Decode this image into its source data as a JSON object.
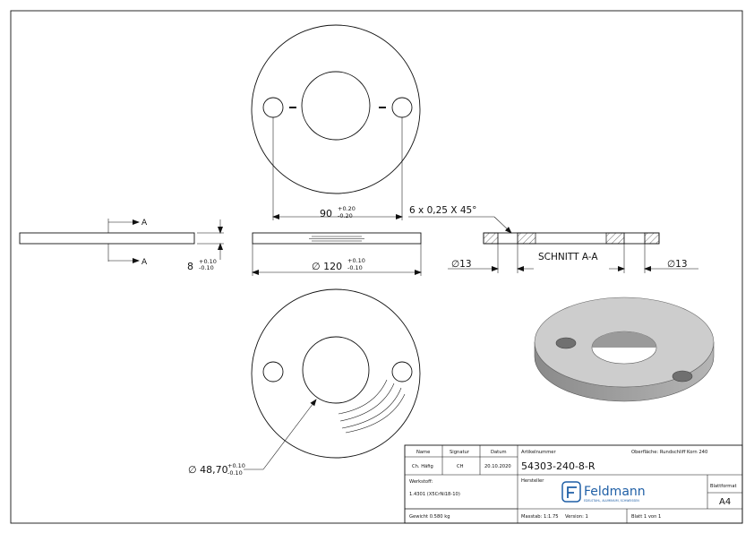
{
  "views": {
    "section_marker": "A",
    "thickness_dim": "8",
    "thickness_tol_upper": "+0.10",
    "thickness_tol_lower": "-0.10",
    "hole_spacing_dim": "90",
    "hole_spacing_tol_upper": "+0.20",
    "hole_spacing_tol_lower": "-0.20",
    "outer_diameter_dim": "∅ 120",
    "outer_diameter_tol_upper": "+0.10",
    "outer_diameter_tol_lower": "-0.10",
    "chamfer_note": "6 x 0,25 X 45°",
    "section_label": "SCHNITT A-A",
    "hole_dim_left": "∅13",
    "hole_dim_right": "∅13",
    "bore_diameter_dim": "∅ 48,70",
    "bore_tol_upper": "+0.10",
    "bore_tol_lower": "-0.10"
  },
  "title_block": {
    "col_name": "Name",
    "col_signature": "Signatur",
    "col_date": "Datum",
    "name": "Ch. Häfig",
    "signature": "CH",
    "date": "20.10.2020",
    "article_label": "Artikelnummer",
    "article_number": "54303-240-8-R",
    "surface": "Oberfläche: Rundschliff Korn 240",
    "material_label": "Werkstoff:",
    "material": "1.4301 (X5CrNi18-10)",
    "manufacturer_label": "Hersteller",
    "company": "Feldmann",
    "company_tagline": "EDELSTAHL, ALUMINIUM, SCHWEISSEN",
    "format_label": "Blattformat",
    "format": "A4",
    "weight": "Gewicht 0.580 kg",
    "scale": "Masstab: 1:1.75",
    "version": "Version: 1",
    "sheet": "Blatt 1 von 1"
  }
}
